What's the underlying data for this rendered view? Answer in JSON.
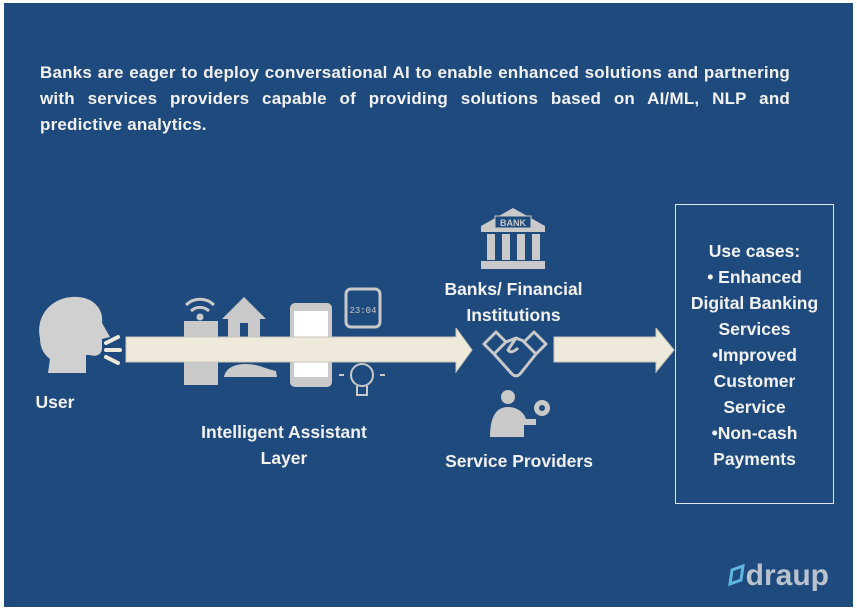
{
  "intro_text": "Banks are eager to deploy conversational AI to enable enhanced solutions and partnering with services providers capable of providing solutions based on AI/ML, NLP and predictive analytics.",
  "user_label": "User",
  "assistant_label": [
    "Intelligent Assistant",
    "Layer"
  ],
  "banks_label": [
    "Banks/ Financial",
    "Institutions"
  ],
  "bank_sign": "BANK",
  "watch_time": "23:04",
  "providers_label": "Service Providers",
  "use_cases": {
    "title": "Use cases:",
    "lines": [
      "• Enhanced",
      "Digital Banking",
      "Services",
      "•Improved",
      "Customer",
      "Service",
      "•Non-cash",
      "Payments"
    ]
  },
  "logo_text": "draup",
  "colors": {
    "background": "#1f4a7e",
    "arrow": "#eeeadb",
    "icon": "#c9c9c9",
    "text": "#f2f2f2"
  }
}
